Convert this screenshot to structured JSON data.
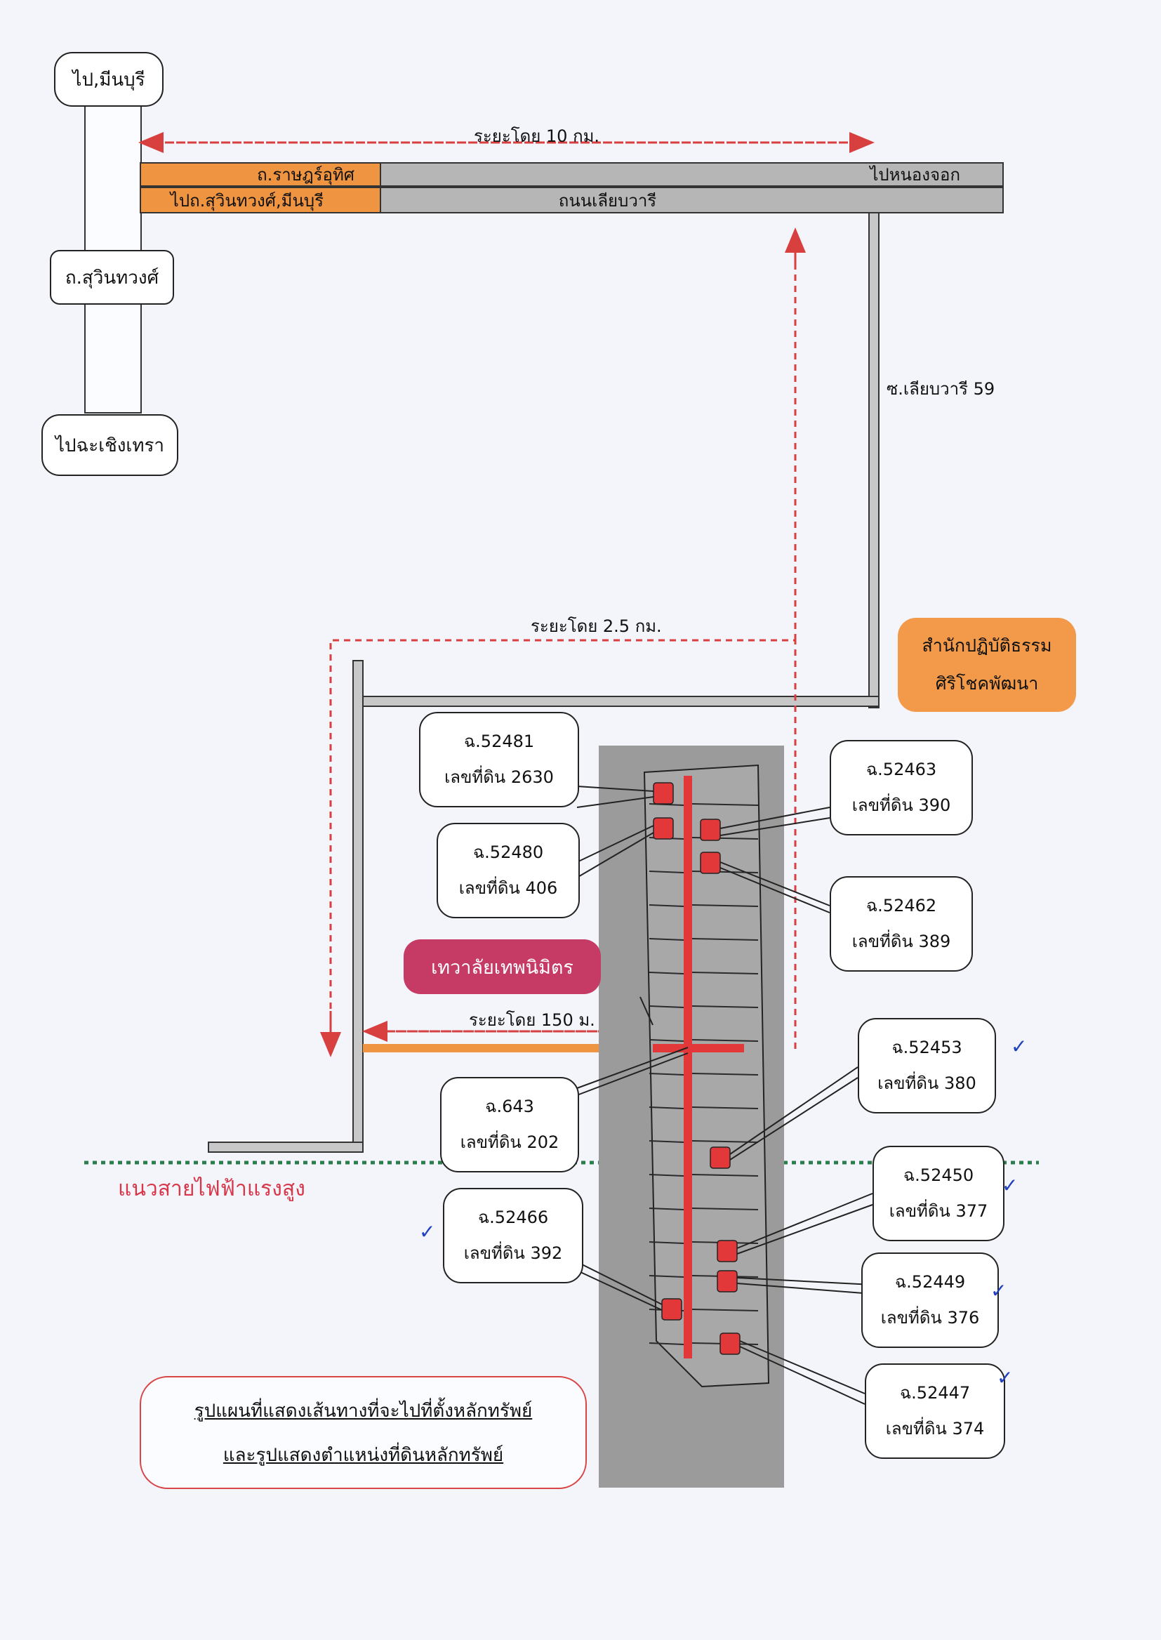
{
  "nodes": {
    "minburi_top": "ไป,มีนบุรี",
    "sukhumvit_rd": "ถ.สุวินทวงศ์",
    "chachoengsao": "ไปฉะเชิงเทรา"
  },
  "roads": {
    "ratsadon": "ถ.ราษฎร์อุทิศ",
    "to_sukhumvit_minburi": "ไปถ.สุวินทวงศ์,มีนบุรี",
    "to_nong_chok": "ไปหนองจอก",
    "liab_wari": "ถนนเลียบวารี",
    "soi_liab_wari_59": "ซ.เลียบวารี 59"
  },
  "distances": {
    "d10km": "ระยะโดย 10 กม.",
    "d25km": "ระยะโดย 2.5 กม.",
    "d150m": "ระยะโดย 150 ม."
  },
  "landmarks": {
    "practice_center_line1": "สำนักปฏิบัติธรรม",
    "practice_center_line2": "ศิริโชคพัฒนา",
    "shrine": "เทวาลัยเทพนิมิตร",
    "power_line": "แนวสายไฟฟ้าแรงสูง"
  },
  "parcels": [
    {
      "deed": "ฉ.52481",
      "land_no": "เลขที่ดิน 2630"
    },
    {
      "deed": "ฉ.52480",
      "land_no": "เลขที่ดิน 406"
    },
    {
      "deed": "ฉ.52463",
      "land_no": "เลขที่ดิน 390"
    },
    {
      "deed": "ฉ.52462",
      "land_no": "เลขที่ดิน 389"
    },
    {
      "deed": "ฉ.643",
      "land_no": "เลขที่ดิน 202"
    },
    {
      "deed": "ฉ.52453",
      "land_no": "เลขที่ดิน 380"
    },
    {
      "deed": "ฉ.52466",
      "land_no": "เลขที่ดิน 392"
    },
    {
      "deed": "ฉ.52450",
      "land_no": "เลขที่ดิน 377"
    },
    {
      "deed": "ฉ.52449",
      "land_no": "เลขที่ดิน 376"
    },
    {
      "deed": "ฉ.52447",
      "land_no": "เลขที่ดิน 374"
    }
  ],
  "caption": {
    "line1": "รูปแผนที่แสดงเส้นทางที่จะไปที่ตั้งหลักทรัพย์",
    "line2": "และรูปแสดงตำแหน่งที่ดินหลักทรัพย์"
  },
  "colors": {
    "orange_road": "#ef9440",
    "gray_road": "#b6b6b6",
    "red_marker": "#e2383a",
    "dash_red": "#d84040",
    "power_line_green": "#2e7d4e",
    "shrine_fill": "#c63a66",
    "center_fill": "#f29a4a"
  }
}
